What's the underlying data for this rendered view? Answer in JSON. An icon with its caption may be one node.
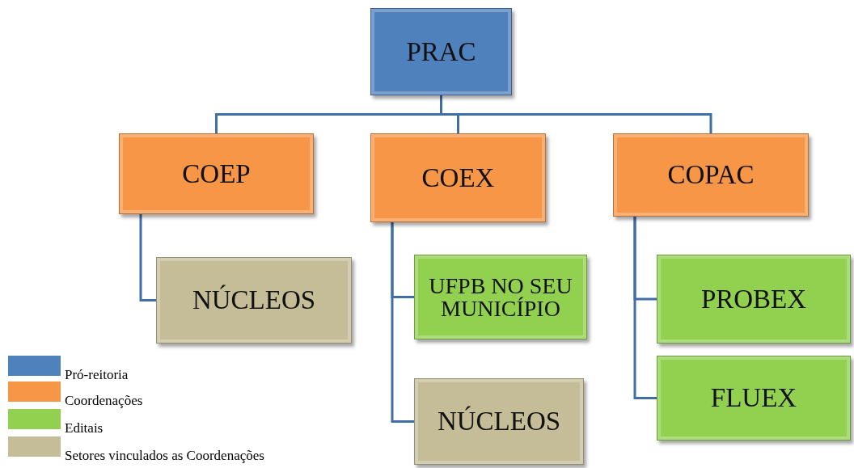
{
  "diagram": {
    "nodes": [
      {
        "text": [
          "PRAC"
        ]
      },
      {
        "text": [
          "COEP"
        ]
      },
      {
        "text": [
          "COEX"
        ]
      },
      {
        "text": [
          "COPAC"
        ]
      },
      {
        "text": [
          "NÚCLEOS"
        ]
      },
      {
        "text": [
          "UFPB NO SEU MUNICÍPIO"
        ]
      },
      {
        "text": [
          "NÚCLEOS"
        ]
      },
      {
        "text": [
          "PROBEX"
        ]
      },
      {
        "text": [
          "FLUEX"
        ]
      }
    ],
    "edges": [
      {
        "from": 0,
        "to": 1,
        "arrow": "none"
      },
      {
        "from": 0,
        "to": 2,
        "arrow": "none"
      },
      {
        "from": 0,
        "to": 3,
        "arrow": "none"
      },
      {
        "from": 1,
        "to": 4,
        "arrow": "none"
      },
      {
        "from": 2,
        "to": 5,
        "arrow": "none"
      },
      {
        "from": 2,
        "to": 6,
        "arrow": "none"
      },
      {
        "from": 3,
        "to": 7,
        "arrow": "none"
      },
      {
        "from": 3,
        "to": 8,
        "arrow": "none"
      }
    ],
    "legend": [
      {
        "text": "Pró-reitoria",
        "color": "#4f81bd"
      },
      {
        "text": "Coordenações",
        "color": "#f79646"
      },
      {
        "text": "Editais",
        "color": "#92d050"
      },
      {
        "text": "Setores vinculados as Coordenações",
        "color": "#c4bd97"
      }
    ]
  }
}
